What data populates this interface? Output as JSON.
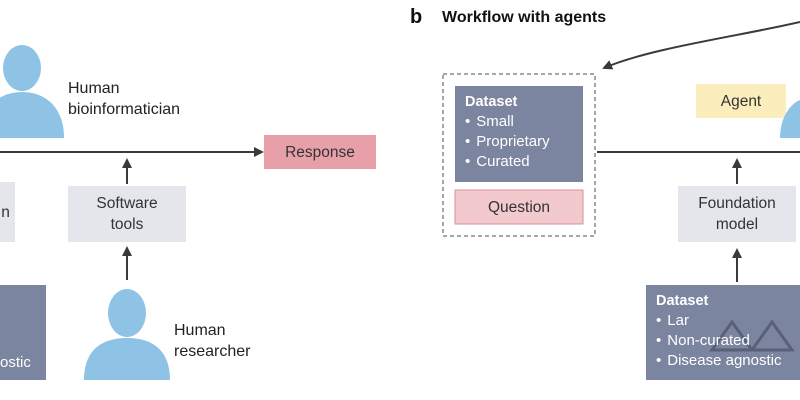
{
  "panel_b": {
    "letter": "b",
    "title": "Workflow with agents"
  },
  "labels": {
    "human_bioinformatician": [
      "Human",
      "bioinformatician"
    ],
    "response": "Response",
    "software_tools": [
      "Software",
      "tools"
    ],
    "human_researcher": [
      "Human",
      "researcher"
    ],
    "left_cut_box_fragment": "n",
    "left_dataset_fragment": "ostic",
    "agent": "Agent",
    "question": "Question",
    "foundation_model": [
      "Foundation",
      "model"
    ]
  },
  "dataset_local": {
    "title": "Dataset",
    "items": [
      "Small",
      "Proprietary",
      "Curated"
    ]
  },
  "dataset_foundation": {
    "title": "Dataset",
    "items": [
      "Lar",
      "Non-curated",
      "Disease agnostic"
    ]
  },
  "colors": {
    "person": "#8ec3e6",
    "dataset_box": "#7c85a0",
    "response_box": "#e7a0a8",
    "question_box": "#f2c9cd",
    "software_box": "#e4e6ec",
    "agent_box": "#fbeebc",
    "arrow": "#3a3a3a",
    "dashed_border": "#8a8a8a"
  }
}
